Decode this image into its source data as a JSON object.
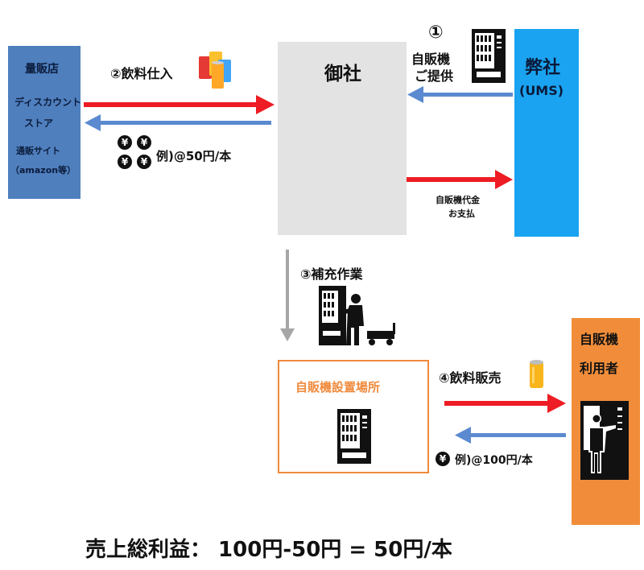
{
  "store": {
    "title": "量販店",
    "line1": "ディスカウント",
    "line2": "ストア",
    "line3": "通販サイト",
    "line4": "（amazon等）"
  },
  "client": {
    "title": "御社"
  },
  "ums": {
    "title": "弊社",
    "subtitle": "(UMS)"
  },
  "site": {
    "title": "自販機設置場所"
  },
  "user": {
    "line1": "自販機",
    "line2": "利用者"
  },
  "steps": {
    "s1_num": "①",
    "s1_line1": "自販機",
    "s1_line2": "ご提供",
    "s2": "②飲料仕入",
    "s2_price": "例)@50円/本",
    "payment_line1": "自販機代金",
    "payment_line2": "お支払",
    "s3": "③補充作業",
    "s4": "④飲料販売",
    "s4_price": "例)@100円/本"
  },
  "yen_symbol": "¥",
  "footer": {
    "formula": "売上総利益：  100円-50円 = 50円/本"
  },
  "colors": {
    "arrow_red": "#ee1c24",
    "arrow_blue": "#5b8ad0",
    "arrow_gray": "#a6a6a6",
    "store_bg": "#4f7fbd",
    "client_bg": "#e3e3e3",
    "ums_bg": "#1aa3f0",
    "site_border": "#ef8a3c",
    "user_bg": "#f18d3a"
  },
  "icons": [
    "vending-machine-icon",
    "drink-cans-icon",
    "yen-coin-icon",
    "worker-refill-icon",
    "drink-can-icon",
    "user-at-vending-machine-icon"
  ]
}
